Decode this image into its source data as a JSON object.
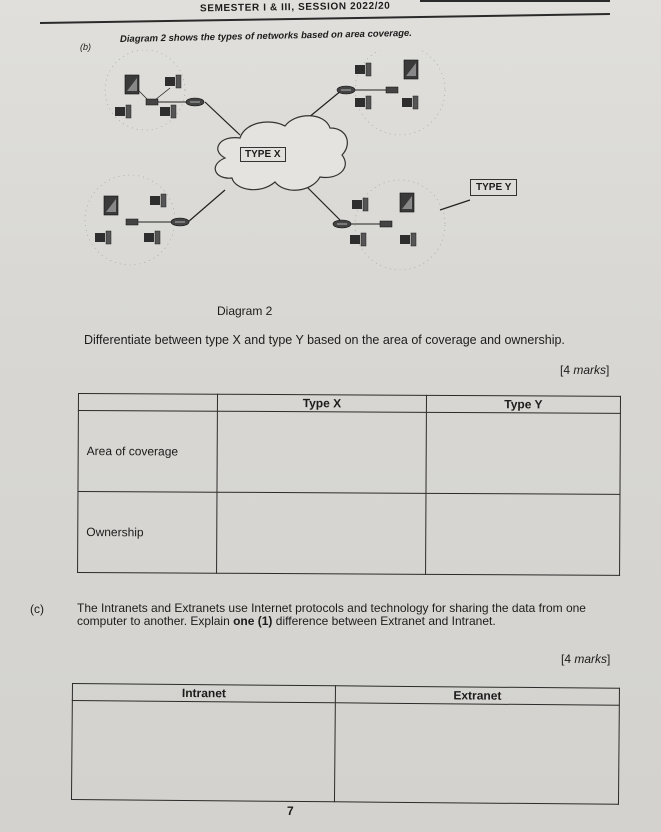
{
  "header": {
    "text": "SEMESTER I & III, SESSION 2022/20"
  },
  "question_b": {
    "label": "(b)",
    "text": "Diagram 2 shows the types of networks based on area coverage.",
    "diagram": {
      "cloud_label": "TYPE X",
      "callout_label": "TYPE Y",
      "caption": "Diagram 2",
      "nodes": [
        "top-left LAN",
        "top-right LAN",
        "bottom-left LAN",
        "bottom-right LAN"
      ]
    },
    "instruction": "Differentiate between type X and type Y based on the area of coverage and ownership.",
    "marks": "[4 marks]",
    "marks_prefix": "[4 ",
    "marks_word": "marks",
    "marks_suffix": "]",
    "table": {
      "headers": [
        "",
        "Type X",
        "Type Y"
      ],
      "rows": [
        {
          "label": "Area of coverage",
          "type_x": "",
          "type_y": ""
        },
        {
          "label": "Ownership",
          "type_x": "",
          "type_y": ""
        }
      ]
    }
  },
  "question_c": {
    "label": "(c)",
    "text_part1": "The Intranets and Extranets use Internet protocols and technology for sharing the data from one computer to another.  Explain ",
    "text_bold": "one (1)",
    "text_part2": " difference between Extranet and Intranet.",
    "marks_prefix": "[4 ",
    "marks_word": "marks",
    "marks_suffix": "]",
    "table": {
      "headers": [
        "Intranet",
        "Extranet"
      ],
      "rows": [
        {
          "intranet": "",
          "extranet": ""
        }
      ]
    }
  },
  "footer": {
    "page_number": "7"
  }
}
